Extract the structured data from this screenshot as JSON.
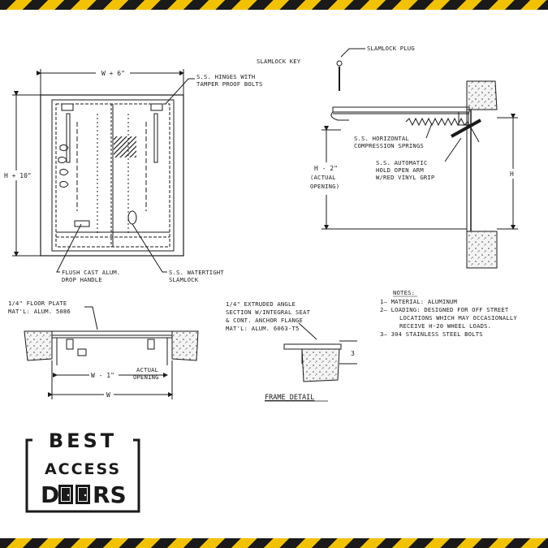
{
  "labels": {
    "w_plus_6": "W + 6\"",
    "h_plus_10": "H + 10\"",
    "hinges_line1": "S.S. HINGES WITH",
    "hinges_line2": "TAMPER PROOF BOLTS",
    "handle_line1": "FLUSH CAST ALUM.",
    "handle_line2": "DROP HANDLE",
    "slamlock_line1": "S.S. WATERTIGHT",
    "slamlock_line2": "SLAMLOCK",
    "slamlock_key": "SLAMLOCK KEY",
    "slamlock_plug": "SLAMLOCK PLUG",
    "springs_line1": "S.S. HORIZONTAL",
    "springs_line2": "COMPRESSION SPRINGS",
    "arm_line1": "S.S. AUTOMATIC",
    "arm_line2": "HOLD OPEN ARM",
    "arm_line3": "W/RED VINYL GRIP",
    "h_minus_2_line1": "H - 2\"",
    "h_minus_2_line2": "(ACTUAL",
    "h_minus_2_line3": "OPENING)",
    "h": "H",
    "floor_plate_line1": "1/4\" FLOOR PLATE",
    "floor_plate_line2": "MAT'L: ALUM. 5086",
    "w_minus_1": "W - 1\"",
    "actual_opening_line1": "ACTUAL",
    "actual_opening_line2": "OPENING",
    "w": "W",
    "angle_line1": "1/4\" EXTRUDED ANGLE",
    "angle_line2": "SECTION W/INTEGRAL SEAT",
    "angle_line3": "& CONT. ANCHOR FLANGE",
    "angle_line4": "MAT'L: ALUM. 6063-T5",
    "three": "3",
    "frame_detail": "FRAME DETAIL"
  },
  "notes": {
    "title": "NOTES:",
    "n1": "1— MATERIAL: ALUMINUM",
    "n2a": "2— LOADING: DESIGNED FOR OFF STREET",
    "n2b": "LOCATIONS WHICH MAY OCCASIONALLY",
    "n2c": "RECEIVE H-20 WHEEL LOADS.",
    "n3": "3— 304 STAINLESS STEEL BOLTS"
  },
  "logo": {
    "line1": "BEST",
    "line2": "ACCESS",
    "line3a": "D",
    "line3b": "RS"
  },
  "colors": {
    "stripe_yellow": "#f2c200",
    "stripe_black": "#1a1a1a",
    "ink": "#1a1a1a"
  }
}
